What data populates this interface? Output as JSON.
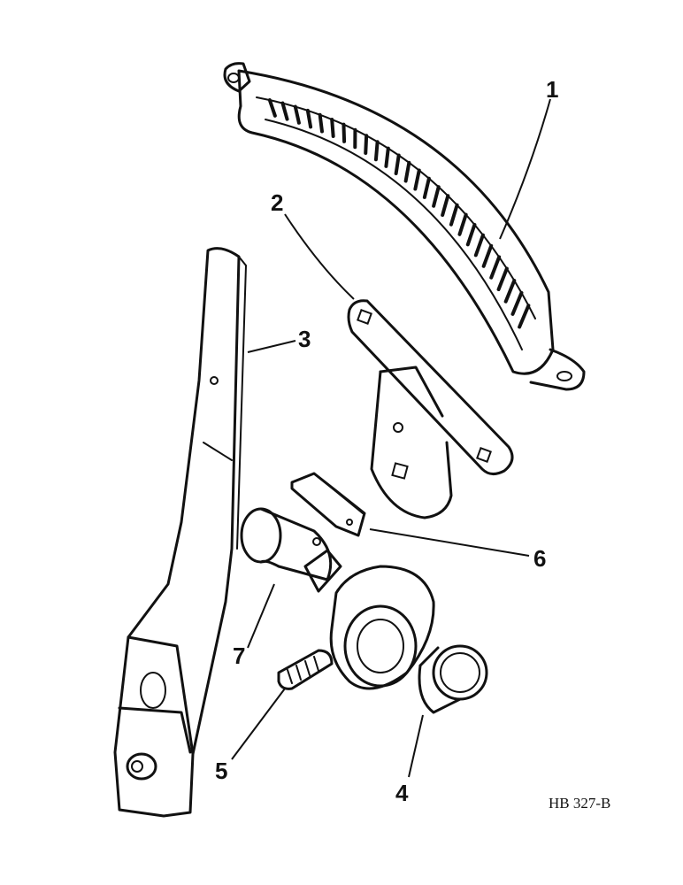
{
  "diagram": {
    "reference": "HB 327-B",
    "callouts": [
      {
        "id": "1",
        "label": "1"
      },
      {
        "id": "2",
        "label": "2"
      },
      {
        "id": "3",
        "label": "3"
      },
      {
        "id": "4",
        "label": "4"
      },
      {
        "id": "5",
        "label": "5"
      },
      {
        "id": "6",
        "label": "6"
      },
      {
        "id": "7",
        "label": "7"
      }
    ]
  }
}
